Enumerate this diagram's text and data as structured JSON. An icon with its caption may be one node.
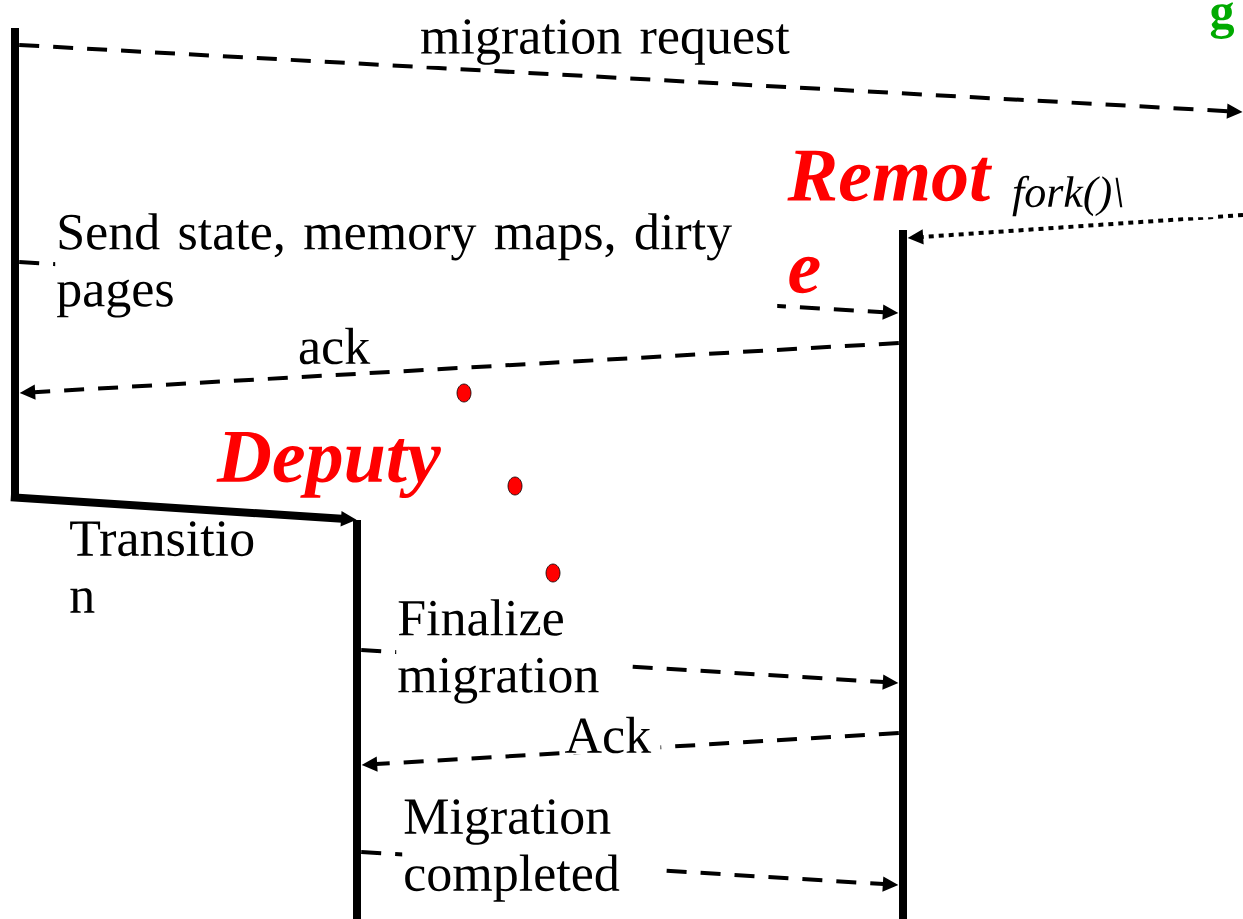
{
  "diagram": {
    "nodes": [
      {
        "text": [],
        "shape": "bar"
      },
      {
        "text": [],
        "shape": "bar",
        "beside": [
          "Remot e"
        ]
      },
      {
        "text": [],
        "shape": "bar",
        "beside": [
          "Deputy"
        ]
      }
    ],
    "edges": [
      {
        "from": 0,
        "to": null,
        "arrow": "to",
        "label": "migration request",
        "style": "dashed"
      },
      {
        "from": null,
        "to": 1,
        "arrow": "to",
        "label": "fork()\\",
        "style": "dashed"
      },
      {
        "from": 0,
        "to": 1,
        "arrow": "to",
        "label": "Send state, memory maps, dirty pages",
        "style": "dashed"
      },
      {
        "from": 1,
        "to": 0,
        "arrow": "to",
        "label": "ack",
        "style": "dashed"
      },
      {
        "from": 0,
        "to": 2,
        "arrow": "to",
        "label": "Transitio n",
        "style": "thick"
      },
      {
        "from": 2,
        "to": 1,
        "arrow": "to",
        "label": "Finalize migration",
        "style": "dashed"
      },
      {
        "from": 1,
        "to": 2,
        "arrow": "to",
        "label": "Ack",
        "style": "dashed"
      },
      {
        "from": 2,
        "to": 1,
        "arrow": "to",
        "label": "Migration completed",
        "style": "dashed"
      }
    ],
    "labels": [
      "g"
    ]
  }
}
